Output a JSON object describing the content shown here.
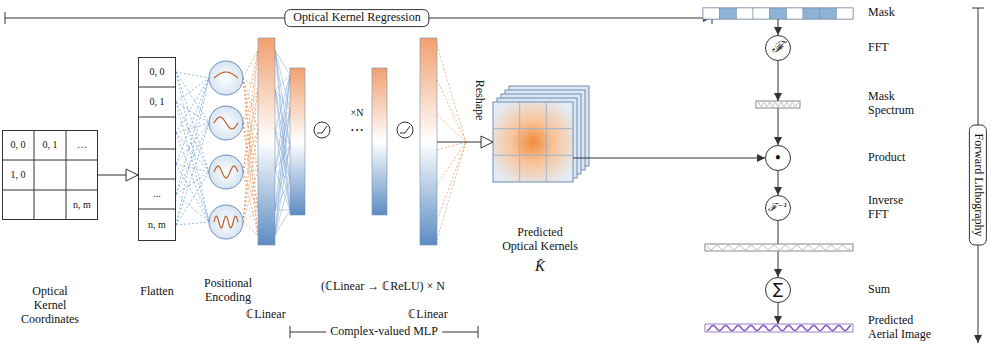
{
  "diagram": {
    "nodes": [
      {
        "text": [
          "Optical Kernel Coordinates"
        ]
      },
      {
        "text": [
          "0, 0"
        ],
        "in": 0
      },
      {
        "text": [
          "0, 1"
        ],
        "in": 0
      },
      {
        "text": [
          "…"
        ],
        "in": 0
      },
      {
        "text": [
          "1, 0"
        ],
        "in": 0
      },
      {
        "text": [
          "n, m"
        ],
        "in": 0
      },
      {
        "text": [
          "Flatten"
        ]
      },
      {
        "text": [
          "0, 0"
        ],
        "in": 6
      },
      {
        "text": [
          "0, 1"
        ],
        "in": 6
      },
      {
        "text": [
          "..."
        ],
        "in": 6
      },
      {
        "text": [
          "n, m"
        ],
        "in": 6
      },
      {
        "text": [
          "ℂLinear"
        ]
      },
      {
        "text": [
          "ℂLinear"
        ]
      },
      {
        "text": [
          "Predicted Optical Kernels",
          "K̂"
        ]
      },
      {
        "text": [
          "Mask"
        ]
      },
      {
        "text": [
          "ℱ"
        ]
      },
      {
        "text": [
          "Mask Spectrum"
        ]
      },
      {
        "text": [
          "•"
        ]
      },
      {
        "text": [
          "ℱ⁻¹"
        ]
      },
      {
        "text": [
          "∑"
        ]
      },
      {
        "text": [
          "Predicted Aerial Image"
        ]
      }
    ],
    "edges": [
      {
        "from": 0,
        "to": 6,
        "arrow": "to"
      },
      {
        "from": 12,
        "to": 13,
        "arrow": "to"
      },
      {
        "from": 13,
        "to": 17,
        "arrow": "to"
      },
      {
        "from": 14,
        "to": 15,
        "arrow": "to"
      },
      {
        "from": 15,
        "to": 16,
        "arrow": "to"
      },
      {
        "from": 16,
        "to": 17,
        "arrow": "to"
      },
      {
        "from": 17,
        "to": 18,
        "arrow": "to"
      },
      {
        "from": 18,
        "to": 19,
        "arrow": "to"
      },
      {
        "from": 19,
        "to": 20,
        "arrow": "to"
      }
    ],
    "labels": [
      "Optical Kernel Regression",
      "Positional Encoding",
      "(ℂLinear → ℂReLU) × N",
      "×N",
      "⋯",
      "Complex-valued MLP",
      "Reshape",
      "FFT",
      "Product",
      "Inverse FFT",
      "Sum",
      "Forward Lithography"
    ]
  }
}
